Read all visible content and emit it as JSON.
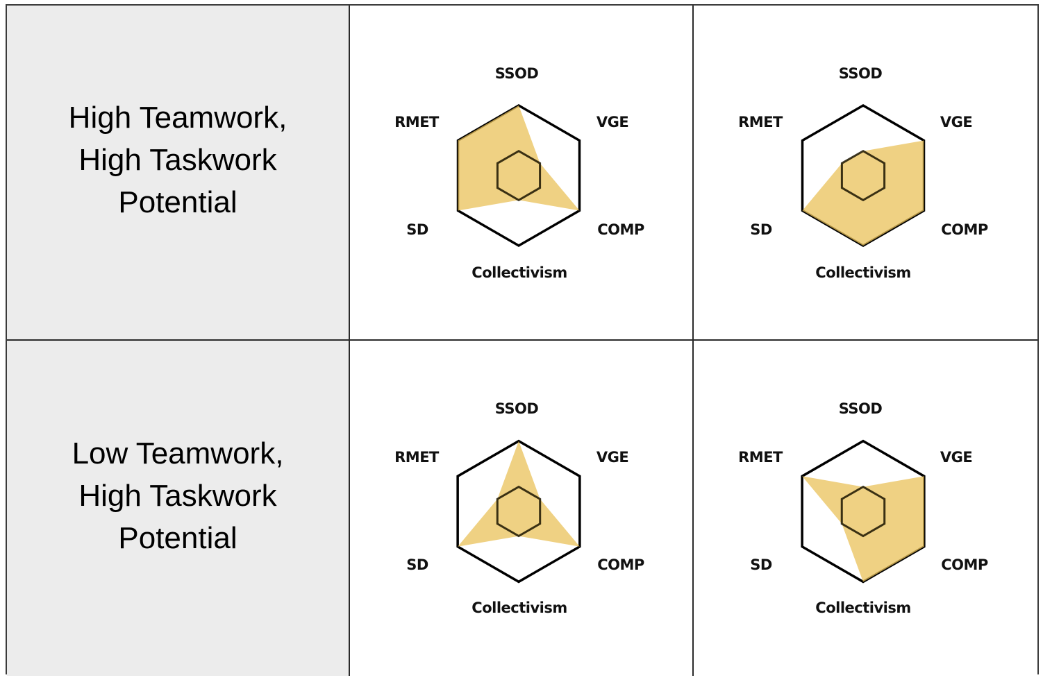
{
  "rows": [
    {
      "label": "High Teamwork,\nHigh Taskwork\nPotential"
    },
    {
      "label": "Low Teamwork,\nHigh Taskwork\nPotential"
    }
  ],
  "axes": [
    "SSOD",
    "VGE",
    "COMP",
    "Collectivism",
    "SD",
    "RMET"
  ],
  "colors": {
    "fill": "#e9c25a",
    "fill_opacity": 0.75,
    "grid_stroke": "#000000",
    "label_bg": "#ececec",
    "border": "#2a2a2a"
  },
  "chart_data": [
    {
      "type": "radar",
      "position": "row1-col1",
      "axes": [
        "SSOD",
        "VGE",
        "COMP",
        "Collectivism",
        "SD",
        "RMET"
      ],
      "values": [
        1.0,
        0.35,
        1.0,
        0.35,
        1.0,
        1.0
      ],
      "grid_levels": [
        0.35,
        1.0
      ]
    },
    {
      "type": "radar",
      "position": "row1-col2",
      "axes": [
        "SSOD",
        "VGE",
        "COMP",
        "Collectivism",
        "SD",
        "RMET"
      ],
      "values": [
        0.35,
        1.0,
        1.0,
        1.0,
        1.0,
        0.35
      ],
      "grid_levels": [
        0.35,
        1.0
      ]
    },
    {
      "type": "radar",
      "position": "row2-col1",
      "axes": [
        "SSOD",
        "VGE",
        "COMP",
        "Collectivism",
        "SD",
        "RMET"
      ],
      "values": [
        1.0,
        0.35,
        1.0,
        0.35,
        1.0,
        0.35
      ],
      "grid_levels": [
        0.35,
        1.0
      ]
    },
    {
      "type": "radar",
      "position": "row2-col2",
      "axes": [
        "SSOD",
        "VGE",
        "COMP",
        "Collectivism",
        "SD",
        "RMET"
      ],
      "values": [
        0.35,
        1.0,
        1.0,
        1.0,
        0.35,
        1.0
      ],
      "grid_levels": [
        0.35,
        1.0
      ]
    }
  ]
}
